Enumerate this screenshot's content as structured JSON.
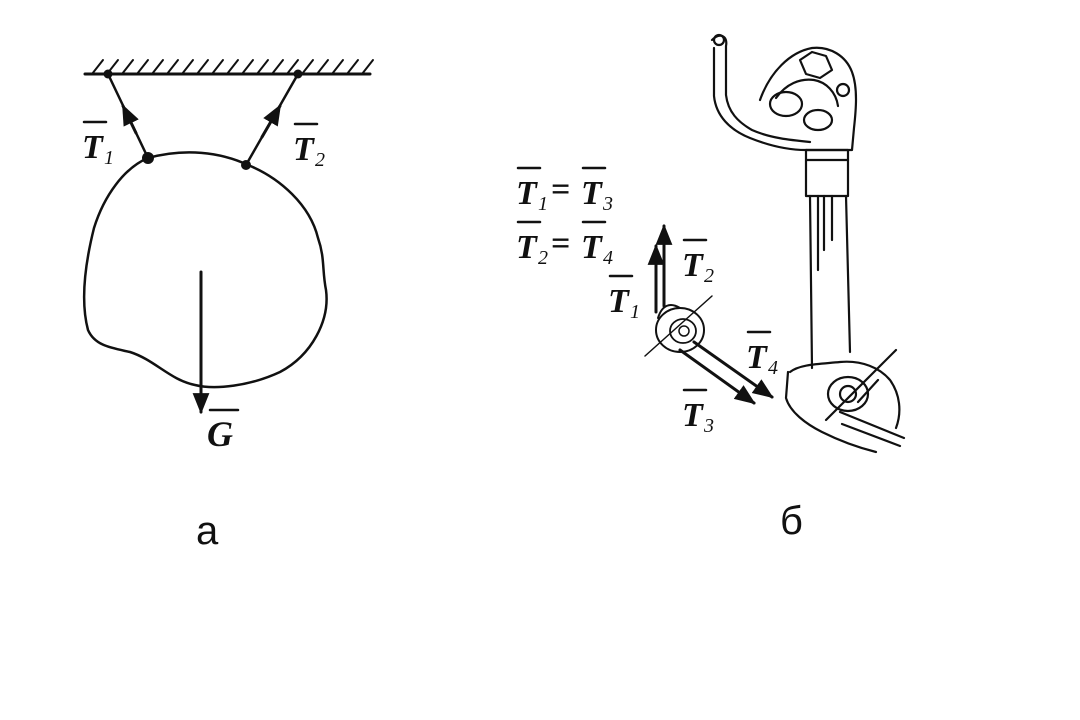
{
  "panel_a": {
    "caption": "а",
    "labels": {
      "t1": {
        "symbol": "T",
        "sub": "1"
      },
      "t2": {
        "symbol": "T",
        "sub": "2"
      },
      "g": {
        "symbol": "G",
        "sub": ""
      }
    }
  },
  "panel_b": {
    "caption": "б",
    "equations": [
      {
        "left": "T",
        "left_sub": "1",
        "op": "=",
        "right": "T",
        "right_sub": "3"
      },
      {
        "left": "T",
        "left_sub": "2",
        "op": "=",
        "right": "T",
        "right_sub": "4"
      }
    ],
    "labels": {
      "t1": {
        "symbol": "T",
        "sub": "1"
      },
      "t2": {
        "symbol": "T",
        "sub": "2"
      },
      "t3": {
        "symbol": "T",
        "sub": "3"
      },
      "t4": {
        "symbol": "T",
        "sub": "4"
      }
    }
  },
  "colors": {
    "ink": "#111111",
    "background": "#ffffff"
  }
}
